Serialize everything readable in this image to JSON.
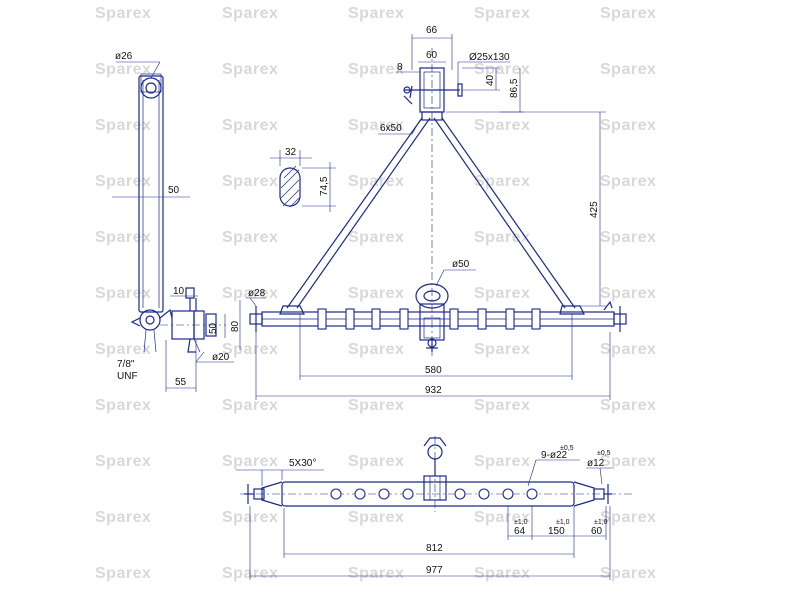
{
  "watermark": "Sparex",
  "labels": {
    "d26": "ø26",
    "w66": "66",
    "w60": "60",
    "pin": "Ø25x130",
    "w8": "8",
    "h40": "40",
    "h86": "86,5",
    "s6x50": "6x50",
    "w32": "32",
    "h745": "74,5",
    "w50": "50",
    "h425": "425",
    "d50": "ø50",
    "w10": "10",
    "d28": "ø28",
    "h50b": "50",
    "h80": "80",
    "thread1": "7/8\"",
    "thread2": "UNF",
    "d20": "ø20",
    "w55": "55",
    "w580": "580",
    "w932": "932",
    "chamfer": "5X30°",
    "holes": "9-ø22",
    "holes_tol": "±0,5",
    "d12": "ø12",
    "d12_tol": "±0,5",
    "tol1": "±1,0",
    "tol2": "±1,0",
    "tol3": "±1,0",
    "w64": "64",
    "w150": "150",
    "w60b": "60",
    "w812": "812",
    "w977": "977"
  }
}
